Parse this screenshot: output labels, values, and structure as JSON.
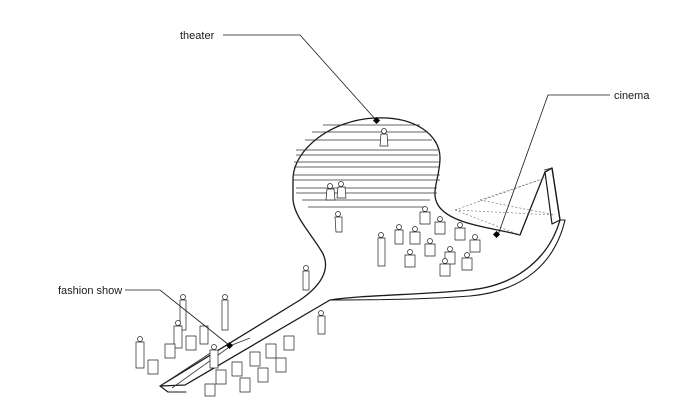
{
  "labels": {
    "theater": "theater",
    "cinema": "cinema",
    "fashion_show": "fashion show"
  }
}
